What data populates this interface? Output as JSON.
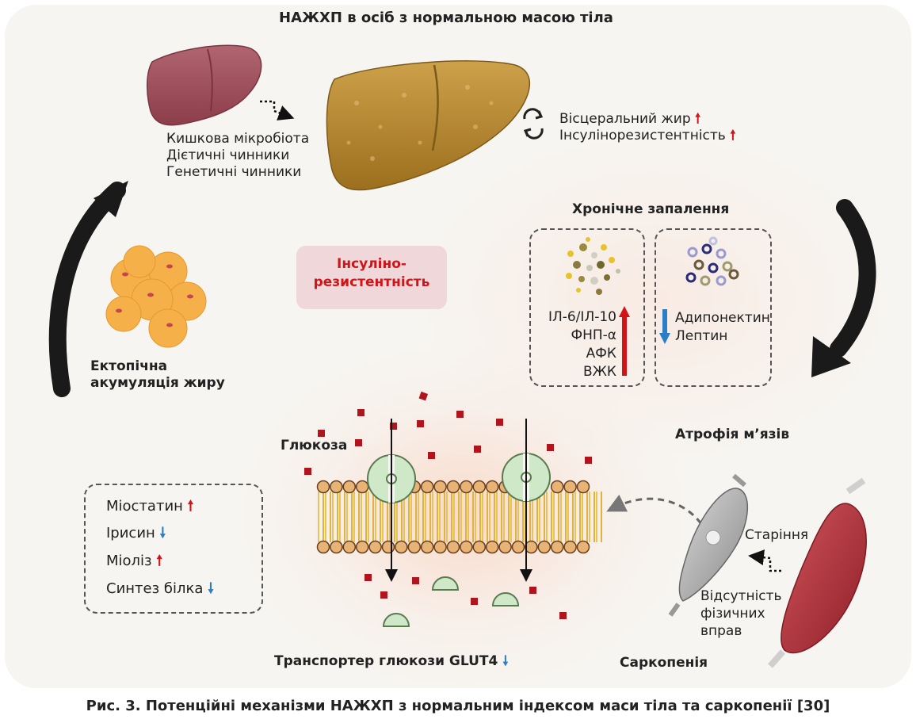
{
  "diagram": {
    "title": "НАЖХП в осіб з нормальною масою тіла",
    "factors": [
      "Кишкова мікробіота",
      "Дієтичні чинники",
      "Генетичні чинники"
    ],
    "visceral_fat": "Вісцеральний жир",
    "insulin_resistance": "Інсулінорезистентність",
    "ir_box_line1": "Інсуліно-",
    "ir_box_line2": "резистентність",
    "chronic_inflammation": "Хронічне запалення",
    "inflam_up": [
      "ІЛ-6/ІЛ-10",
      "ФНП-α",
      "АФК",
      "ВЖК"
    ],
    "inflam_down": [
      "Адипонектин",
      "Лептин"
    ],
    "ectopic_line1": "Ектопічна",
    "ectopic_line2": "акумуляція жиру",
    "glucose": "Глюкоза",
    "muscle_atrophy": "Атрофія м’язів",
    "myo_items": [
      "Міостатин",
      "Ірисин",
      "Міоліз",
      "Синтез білка"
    ],
    "aging": "Старіння",
    "no_exercise": [
      "Відсутність",
      "фізичних",
      "вправ"
    ],
    "sarcopenia": "Саркопенія",
    "glut4": "Транспортер глюкози GLUT4"
  },
  "caption": "Рис. 3. Потенційні механізми НАЖХП з нормальним індексом маси тіла та саркопенії [30]",
  "colors": {
    "up_arrow": "#d01418",
    "down_arrow": "#2a7fc8",
    "ir_box_bg": "#f0d8da",
    "liver_healthy": "#a0505a",
    "liver_fatty": "#b98a2c",
    "glucose": "#b0141c",
    "muscle": "#b8323a"
  }
}
